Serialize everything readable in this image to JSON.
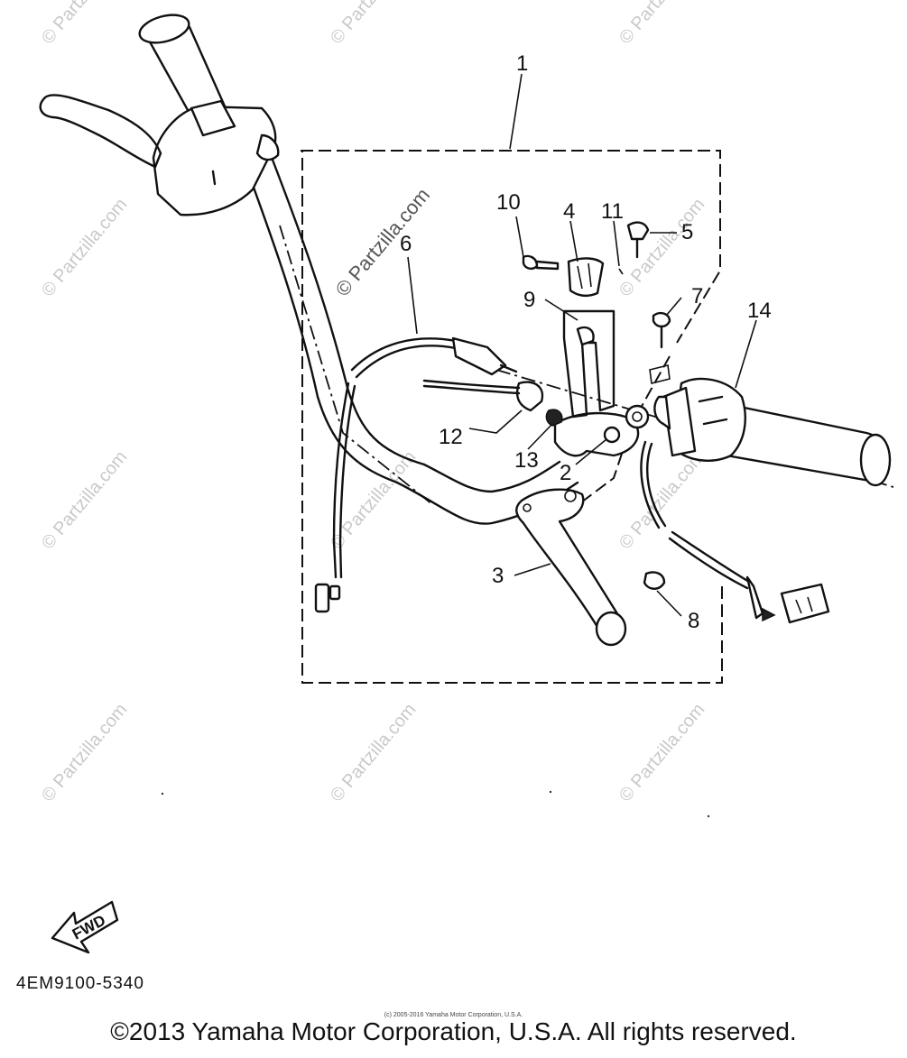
{
  "diagram": {
    "callouts": [
      "1",
      "2",
      "3",
      "4",
      "5",
      "6",
      "7",
      "8",
      "9",
      "10",
      "11",
      "12",
      "13",
      "14"
    ],
    "direction_label": "FWD",
    "watermark_text": "© Partzilla.com",
    "diagram_code": "4EM9100-5340",
    "small_copyright": "(c) 2005-2016 Yamaha Motor Corporation, U.S.A.",
    "copyright": "©2013 Yamaha Motor Corporation, U.S.A. All rights reserved."
  }
}
